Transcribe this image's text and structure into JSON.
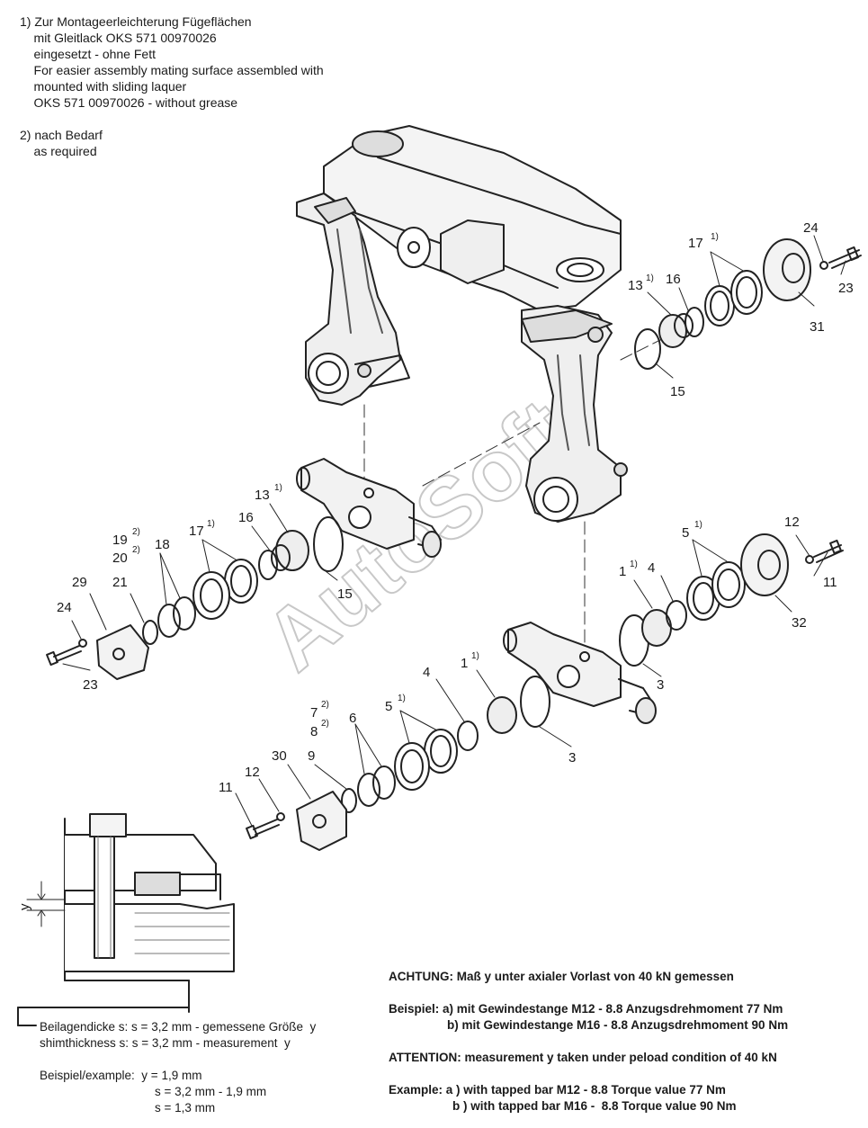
{
  "notes": {
    "n1_l1": "1) Zur Montageerleichterung Fügeflächen",
    "n1_l2": "    mit Gleitlack OKS 571 00970026",
    "n1_l3": "    eingesetzt - ohne Fett",
    "n1_l4": "    For easier assembly mating surface assembled with",
    "n1_l5": "    mounted with sliding laquer",
    "n1_l6": "    OKS 571 00970026 - without grease",
    "n2_l1": "2) nach Bedarf",
    "n2_l2": "    as required"
  },
  "labels": {
    "p24a": "24",
    "p23a": "23",
    "p17a": "17",
    "p13a": "13",
    "p16a": "16",
    "p31": "31",
    "p15a": "15",
    "p13b": "13",
    "p16b": "16",
    "p17b": "17",
    "p19": "19",
    "p20": "20",
    "p18": "18",
    "p29": "29",
    "p21": "21",
    "p24b": "24",
    "p23b": "23",
    "p15b": "15",
    "p5a": "5",
    "p12a": "12",
    "p1a": "1",
    "p4a": "4",
    "p11a": "11",
    "p32": "32",
    "p3a": "3",
    "p1b": "1",
    "p4b": "4",
    "p5b": "5",
    "p7": "7",
    "p8": "8",
    "p6": "6",
    "p3b": "3",
    "p30": "30",
    "p9": "9",
    "p12b": "12",
    "p11b": "11",
    "sup1": "1)",
    "sup2": "2)",
    "y": "y"
  },
  "watermark": "AutoSoft",
  "shim": {
    "line1": "Beilagendicke s: s = 3,2 mm - gemessene Größe  y",
    "line2": "shimthickness s: s = 3,2 mm - measurement  y",
    "ex1": "Beispiel/example:  y = 1,9 mm",
    "ex2": "s = 3,2 mm - 1,9 mm",
    "ex3": "s = 1,3 mm"
  },
  "attention": {
    "de": "ACHTUNG: Maß y unter axialer Vorlast von 40 kN gemessen",
    "de_ex_a": "Beispiel: a) mit Gewindestange M12 - 8.8 Anzugsdrehmoment 77 Nm",
    "de_ex_b": "b) mit Gewindestange M16 - 8.8 Anzugsdrehmoment 90 Nm",
    "en": "ATTENTION: measurement y taken under peload condition of 40 kN",
    "en_ex_a": "Example: a ) with tapped bar M12 - 8.8 Torque value 77 Nm",
    "en_ex_b": "b ) with tapped bar M16 -  8.8 Torque value 90 Nm"
  }
}
